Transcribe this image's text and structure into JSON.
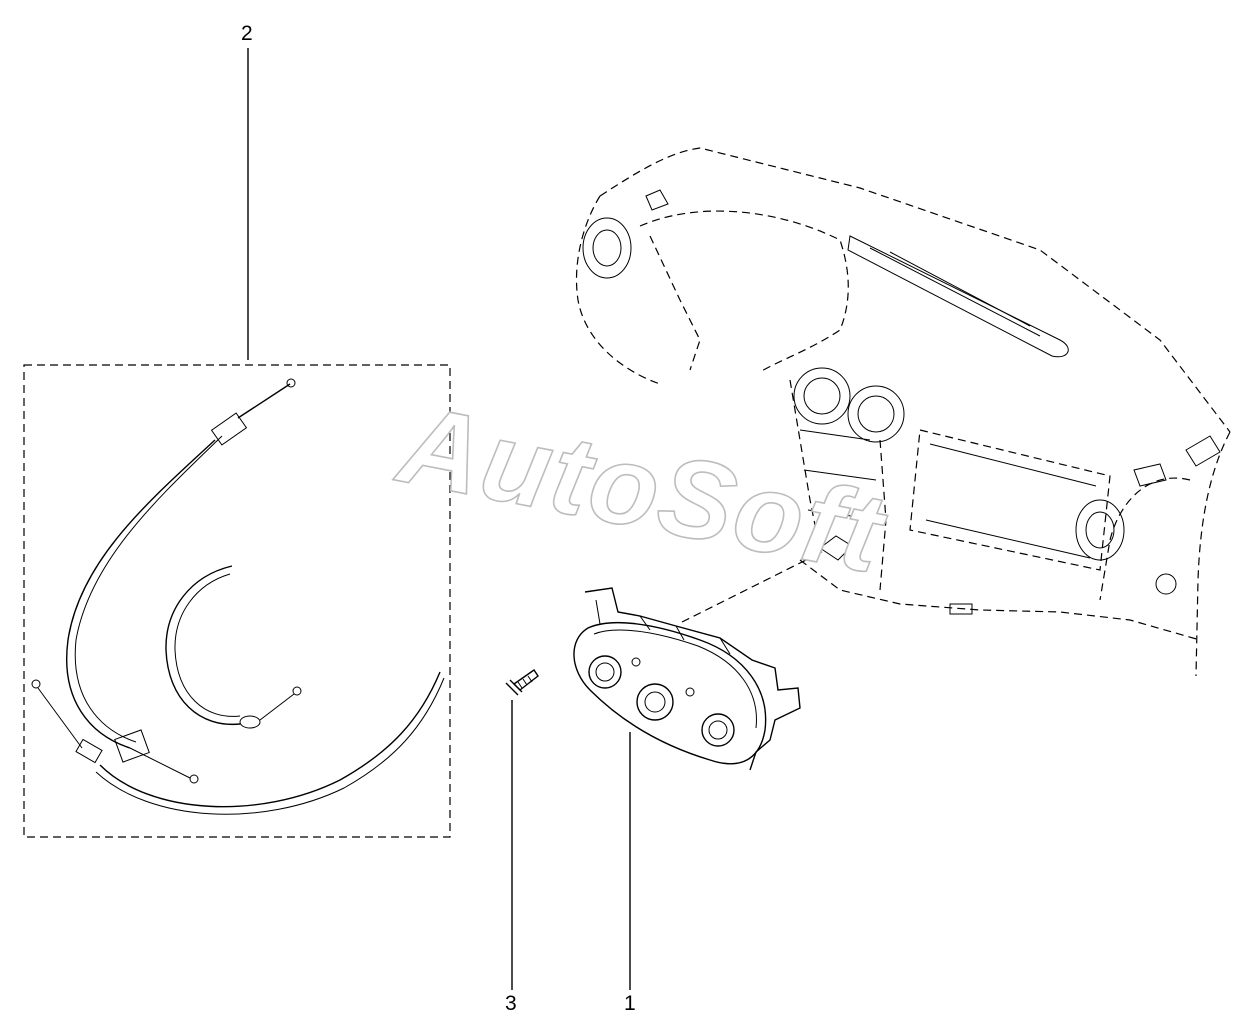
{
  "diagram": {
    "callouts": [
      {
        "id": "1",
        "label": "1"
      },
      {
        "id": "2",
        "label": "2"
      },
      {
        "id": "3",
        "label": "3"
      }
    ],
    "watermark": "AutoSoft",
    "parts": {
      "dashboard": "dashboard-assembly",
      "control_panel": "heater-control-panel",
      "cables": "control-cable-kit",
      "screw": "fixing-screw"
    }
  }
}
